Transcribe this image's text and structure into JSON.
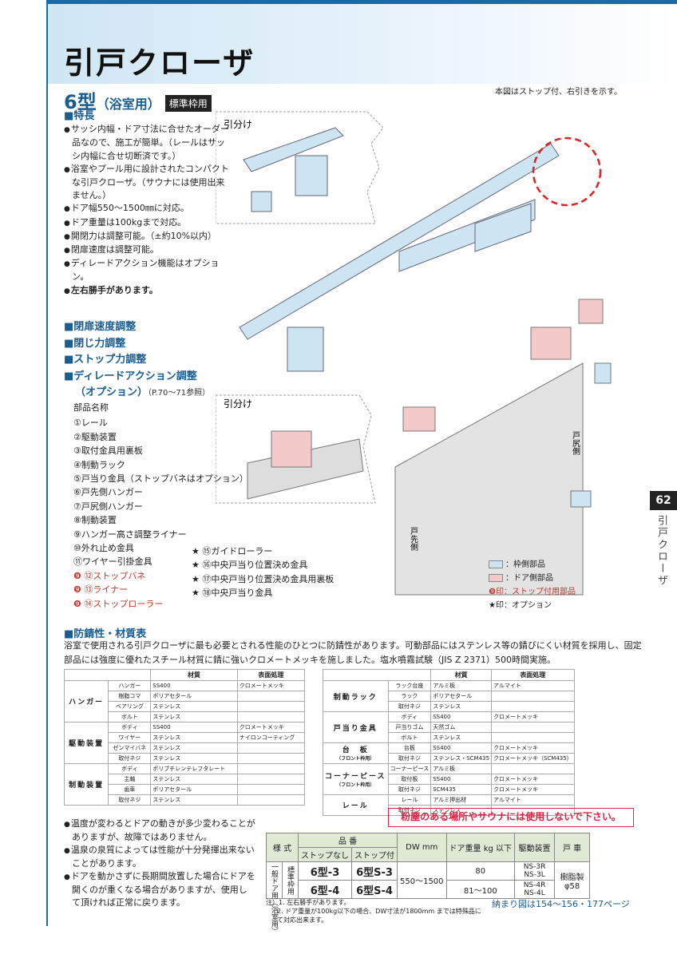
{
  "header": {
    "title": "引戸クローザ"
  },
  "side": {
    "page": "62",
    "label": "引戸クローザ"
  },
  "model": {
    "name": "6型",
    "sub": "（浴室用）",
    "badge": "標準枠用"
  },
  "note_top": "本図はストップ付、右引きを示す。",
  "features_title": "■特長",
  "features": [
    "サッシ内幅・ドア寸法に合せたオーダー品なので、施工が簡単。（レールはサッシ内幅に合せ切断済です。）",
    "浴室やプール用に設計されたコンパクトな引戸クローザ。（サウナには使用出来ません。）",
    "ドア幅550～1500㎜に対応。",
    "ドア重量は100kgまで対応。",
    "開閉力は調整可能。（±約10%以内）",
    "閉扉速度は調整可能。",
    "ディレードアクション機能はオプション。"
  ],
  "feature_bold": "左右勝手があります。",
  "adjust": [
    "■閉扉速度調整",
    "■閉じ力調整",
    "■ストップ力調整",
    "■ディレードアクション調整"
  ],
  "adjust_opt": "（オプション）",
  "adjust_ref": "（P.70～71参照）",
  "parts_title": "部品名称",
  "parts": [
    "①レール",
    "②駆動装置",
    "③取付金具用裏板",
    "④制動ラック",
    "⑤戸当り金具（ストップバネはオプション）",
    "⑥戸先側ハンガー",
    "⑦戸尻側ハンガー",
    "⑧制動装置",
    "⑨ハンガー高さ調整ライナー",
    "⑩外れ止め金具",
    "⑪ワイヤー引掛金具"
  ],
  "parts_red": [
    "⑫ストップバネ",
    "⑬ライナー",
    "⑭ストップローラー"
  ],
  "parts_opt": [
    "★ ⑮ガイドローラー",
    "★ ⑯中央戸当り位置決め金具",
    "★ ⑰中央戸当り位置決め金具用裏板",
    "★ ⑱中央戸当り金具"
  ],
  "diagram": {
    "label1": "引分け",
    "label2": "引分け",
    "door1": "戸尻側",
    "door2": "戸先側"
  },
  "legend": [
    {
      "text": "：枠側部品",
      "color": "#cde4f2"
    },
    {
      "text": "：ドア側部品",
      "color": "#f4c9c9"
    }
  ],
  "legend_stop": "❾印：ストップ付用部品",
  "legend_opt": "★印：オプション",
  "rust": {
    "title": "■防錆性・材質表",
    "text": "浴室で使用される引戸クローザに最も必要とされる性能のひとつに防錆性があります。可動部品にはステンレス等の錆びにくい材質を採用し、固定部品には強度に優れたスチール材質に錆に強いクロメートメッキを施しました。塩水噴霧試験（JIS Z 2371）500時間実施。"
  },
  "table1": {
    "head": [
      "材質",
      "表面処理"
    ],
    "groups": [
      {
        "name": "ハンガー",
        "rows": [
          [
            "ハンガー",
            "SS400",
            "クロメートメッキ"
          ],
          [
            "樹脂コマ",
            "ポリアセタール",
            ""
          ],
          [
            "ベアリング",
            "ステンレス",
            ""
          ],
          [
            "ボルト",
            "ステンレス",
            ""
          ]
        ]
      },
      {
        "name": "駆動装置",
        "rows": [
          [
            "ボディ",
            "SS400",
            "クロメートメッキ"
          ],
          [
            "ワイヤー",
            "ステンレス",
            "ナイロンコーティング"
          ],
          [
            "ゼンマイバネ",
            "ステンレス",
            ""
          ],
          [
            "取付ネジ",
            "ステンレス",
            ""
          ]
        ]
      },
      {
        "name": "制動装置",
        "rows": [
          [
            "ボディ",
            "ポリブチレンテレフタレート",
            ""
          ],
          [
            "主軸",
            "ステンレス",
            ""
          ],
          [
            "歯車",
            "ポリアセタール",
            ""
          ],
          [
            "取付ネジ",
            "ステンレス",
            ""
          ]
        ]
      }
    ]
  },
  "table2": {
    "head": [
      "材質",
      "表面処理"
    ],
    "groups": [
      {
        "name": "制動ラック",
        "rows": [
          [
            "ラック台座",
            "アルミ板",
            "アルマイト"
          ],
          [
            "ラック",
            "ポリアセタール",
            ""
          ],
          [
            "取付ネジ",
            "ステンレス",
            ""
          ]
        ]
      },
      {
        "name": "戸当り金具",
        "rows": [
          [
            "ボディ",
            "SS400",
            "クロメートメッキ"
          ],
          [
            "戸当りゴム",
            "天然ゴム",
            ""
          ],
          [
            "ボルト",
            "ステンレス",
            ""
          ]
        ]
      },
      {
        "name": "台　板",
        "sub": "（フロント枠用）",
        "rows": [
          [
            "台板",
            "SS400",
            "クロメートメッキ"
          ],
          [
            "取付ネジ",
            "ステンレス・SCM435",
            "クロメートメッキ（SCM435）"
          ]
        ]
      },
      {
        "name": "コーナーピース",
        "sub": "（フロント枠用）",
        "rows": [
          [
            "コーナーピース",
            "アルミ板",
            ""
          ],
          [
            "取付板",
            "SS400",
            "クロメートメッキ"
          ],
          [
            "取付ネジ",
            "SCM435",
            "クロメートメッキ"
          ]
        ]
      },
      {
        "name": "レール",
        "rows": [
          [
            "レール",
            "アルミ押出材",
            "アルマイト"
          ],
          [
            "取付ネジ",
            "ステンレス",
            ""
          ]
        ]
      }
    ]
  },
  "notes": [
    "温度が変わるとドアの動きが多少変わることがありますが、故障ではありません。",
    "温泉の泉質によっては性能が十分発揮出来ないことがあります。",
    "ドアを動かさずに長期間放置した場合にドアを開くのが重くなる場合がありますが、使用して頂ければ正常に戻ります。"
  ],
  "warning": "粉塵のある場所やサウナには使用しないで下さい。",
  "spec": {
    "h_style": "様 式",
    "h_num": "品 番",
    "h_nostop": "ストップなし",
    "h_stop": "ストップ付",
    "h_dw": "DW mm",
    "h_weight": "ドア重量 kg 以下",
    "h_drive": "駆動装置",
    "h_wheel": "戸 車",
    "style_a": "一般ドア用",
    "style_b": "（浴室用）",
    "frame": "標準枠用",
    "rows": [
      {
        "a": "6型-3",
        "b": "6型S-3",
        "w": "80",
        "d": "NS-3R NS-3L"
      },
      {
        "a": "6型-4",
        "b": "6型S-4",
        "w": "81～100",
        "d": "NS-4R NS-4L"
      }
    ],
    "dw": "550～1500",
    "wheel": "樹脂製 φ58"
  },
  "footnotes": [
    "注）1. 左右勝手があります。",
    "2. ドア重量が100kg以下の場合、DW寸法が1800mm までは特殊品にて対応出来ます。"
  ],
  "ref": "納まり図は154～156・177ページ"
}
